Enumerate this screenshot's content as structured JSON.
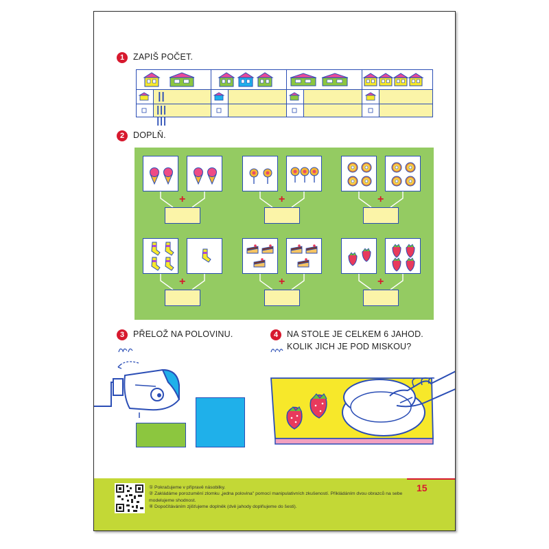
{
  "tasks": {
    "t1": {
      "number": "1",
      "text": "ZAPIŠ POČET."
    },
    "t2": {
      "number": "2",
      "text": "DOPLŇ."
    },
    "t3": {
      "number": "3",
      "text": "PŘELOŽ NA POLOVINU."
    },
    "t4": {
      "number": "4",
      "line1": "NA STOLE JE CELKEM 6 JAHOD.",
      "line2": "KOLIK JICH JE POD MISKOU?"
    }
  },
  "task1": {
    "tally_row2": "||",
    "tally_row3": "||| |||"
  },
  "task2": {
    "plus_sign": "+",
    "pairs": [
      {
        "item": "ice-cream",
        "left_count": 2,
        "right_count": 2
      },
      {
        "item": "lollipop",
        "left_count": 2,
        "right_count": 3
      },
      {
        "item": "donut",
        "left_count": 4,
        "right_count": 4
      },
      {
        "item": "sock",
        "left_count": 4,
        "right_count": 1
      },
      {
        "item": "cake-slice",
        "left_count": 3,
        "right_count": 3
      },
      {
        "item": "strawberry",
        "left_count": 2,
        "right_count": 4
      }
    ]
  },
  "footer": {
    "notes": [
      "① Pokračujeme v přípravě násobilky.",
      "② Zakládáme porozumění zlomku „jedna polovina\" pomocí manipulativních zkušeností. Přikládáním dvou obrazců na sebe modelujeme shodnost.",
      "④ Dopočítáváním zjišťujeme doplněk (dvě jahody doplňujeme do šesti)."
    ],
    "page_number": "15"
  },
  "colors": {
    "accent_red": "#d7192e",
    "grid_blue": "#2a4db5",
    "answer_yellow": "#fbf4a8",
    "area_green": "#94cb62",
    "footer_green": "#c3d836",
    "rect_green": "#8cc63f",
    "square_blue": "#1fb0ea"
  }
}
